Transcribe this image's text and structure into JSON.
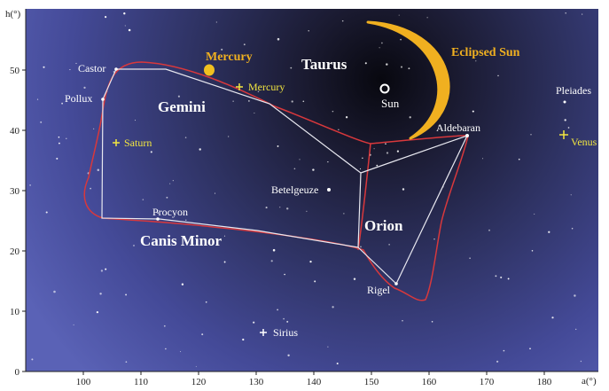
{
  "axes": {
    "y_label": "h(°)",
    "x_label": "a(°)",
    "x_ticks": [
      "100",
      "110",
      "120",
      "130",
      "140",
      "150",
      "160",
      "170",
      "180"
    ],
    "y_ticks": [
      "0",
      "10",
      "20",
      "30",
      "40",
      "50"
    ]
  },
  "constellations": {
    "taurus": "Taurus",
    "gemini": "Gemini",
    "orion": "Orion",
    "canis_minor": "Canis Minor"
  },
  "stars": {
    "castor": "Castor",
    "pollux": "Pollux",
    "procyon": "Procyon",
    "betelgeuze": "Betelgeuze",
    "aldebaran": "Aldebaran",
    "rigel": "Rigel",
    "pleiades": "Pleiades",
    "sirius": "Sirius",
    "sun": "Sun"
  },
  "planets": {
    "mercury_big": "Mercury",
    "mercury": "Mercury",
    "saturn": "Saturn",
    "venus": "Venus"
  },
  "eclipse": {
    "label": "Eclipsed Sun"
  },
  "colors": {
    "sky_dark": "#0c0c18",
    "sky_blue": "#5058a8",
    "boundary": "#d8383c",
    "stick_lines": "#e8e8f0",
    "planet_label": "#f2e640",
    "eclipse": "#f0b020"
  }
}
